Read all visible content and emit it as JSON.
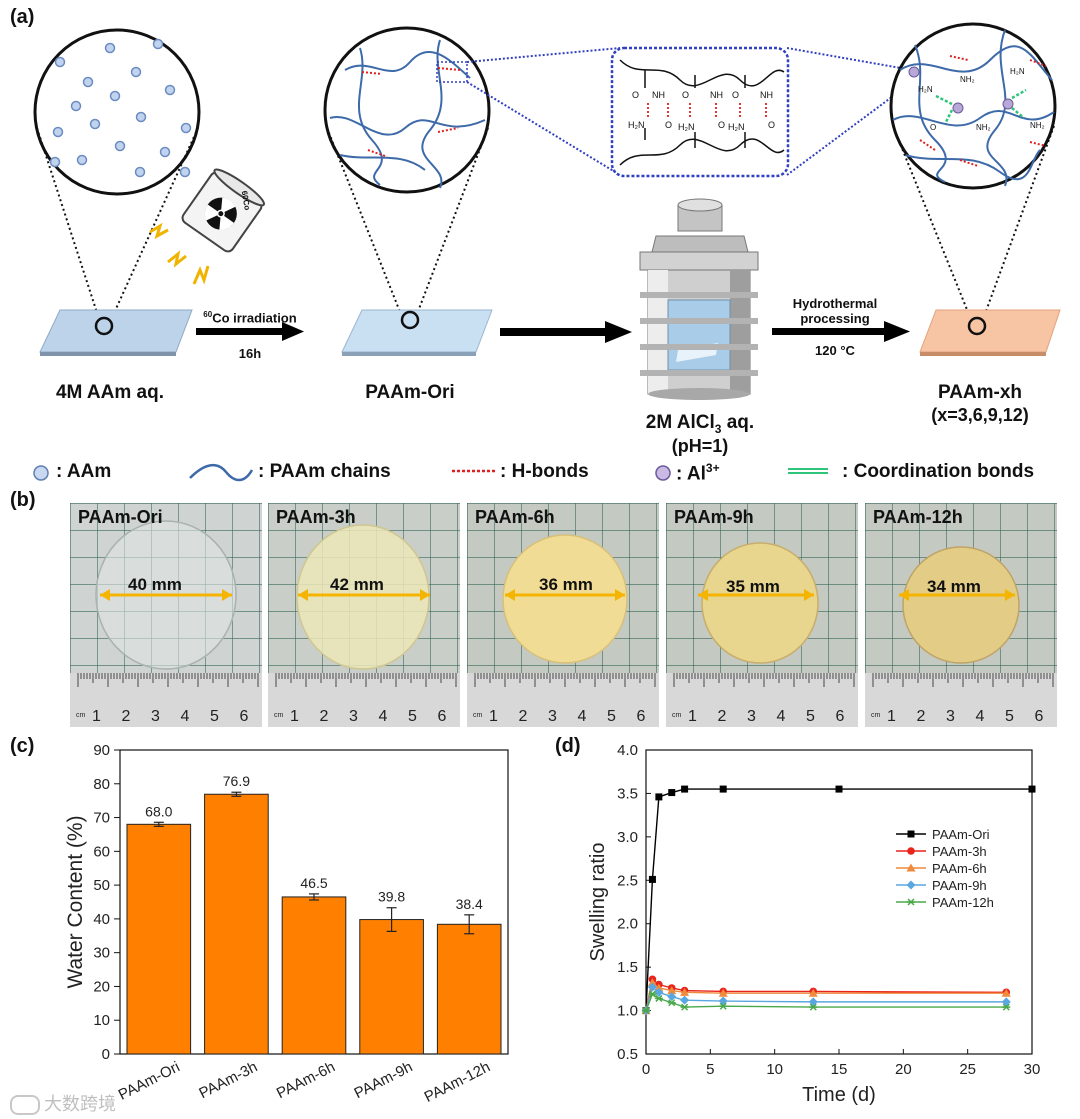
{
  "panel_labels": {
    "a": "(a)",
    "b": "(b)",
    "c": "(c)",
    "d": "(d)"
  },
  "schematic": {
    "start_label": "4M AAm aq.",
    "irradiation_sup": "60",
    "irradiation_text": "Co irradiation",
    "irradiation_time": "16h",
    "ori_label": "PAAm-Ori",
    "solution_label_pre": "2M AlCl",
    "solution_label_sub": "3",
    "solution_label_post": " aq.",
    "solution_ph": "(pH=1)",
    "hydrothermal_line1": "Hydrothermal",
    "hydrothermal_line2": "processing",
    "hydrothermal_temp": "120 °C",
    "final_label": "PAAm-xh",
    "final_sub": "(x=3,6,9,12)",
    "can_label": "60Co"
  },
  "legend": {
    "aam": ": AAm",
    "chains": ": PAAm chains",
    "hbonds": ": H-bonds",
    "al_pre": ": Al",
    "al_sup": "3+",
    "coord": ": Coordination bonds"
  },
  "photos": [
    {
      "title": "PAAm-Ori",
      "diameter": "40 mm"
    },
    {
      "title": "PAAm-3h",
      "diameter": "42 mm"
    },
    {
      "title": "PAAm-6h",
      "diameter": "36 mm"
    },
    {
      "title": "PAAm-9h",
      "diameter": "35 mm"
    },
    {
      "title": "PAAm-12h",
      "diameter": "34 mm"
    }
  ],
  "ruler_ticks": [
    "1",
    "2",
    "3",
    "4",
    "5",
    "6"
  ],
  "ruler_unit": "cm",
  "colors": {
    "bar": "#ff8000",
    "ori": "#000000",
    "h3": "#e8231a",
    "h6": "#f08a3c",
    "h9": "#5aa6e0",
    "h12": "#4aa84a",
    "hbond": "#e02020",
    "chain": "#3d6aa8",
    "coord": "#2ec47a"
  },
  "chart_data": [
    {
      "type": "bar",
      "categories": [
        "PAAm-Ori",
        "PAAm-3h",
        "PAAm-6h",
        "PAAm-9h",
        "PAAm-12h"
      ],
      "values": [
        68.0,
        76.9,
        46.5,
        39.8,
        38.4
      ],
      "errors": [
        0.6,
        0.6,
        0.9,
        3.5,
        2.8
      ],
      "data_labels": [
        "68.0",
        "76.9",
        "46.5",
        "39.8",
        "38.4"
      ],
      "xlabel": "",
      "ylabel": "Water Content (%)",
      "ylim": [
        0,
        90
      ],
      "yticks": [
        "0",
        "10",
        "20",
        "30",
        "40",
        "50",
        "60",
        "70",
        "80",
        "90"
      ]
    },
    {
      "type": "line",
      "xlabel": "Time (d)",
      "ylabel": "Swelling ratio",
      "xlim": [
        0,
        30
      ],
      "ylim": [
        0.5,
        4.0
      ],
      "xticks": [
        "0",
        "5",
        "10",
        "15",
        "20",
        "25",
        "30"
      ],
      "yticks": [
        "0.5",
        "1.0",
        "1.5",
        "2.0",
        "2.5",
        "3.0",
        "3.5",
        "4.0"
      ],
      "legend_position": "right",
      "series": [
        {
          "name": "PAAm-Ori",
          "x": [
            0,
            0.5,
            1,
            2,
            3,
            6,
            15,
            30
          ],
          "y": [
            1.0,
            2.51,
            3.46,
            3.51,
            3.55,
            3.55,
            3.55,
            3.55
          ]
        },
        {
          "name": "PAAm-3h",
          "x": [
            0,
            0.5,
            1,
            2,
            3,
            6,
            13,
            28
          ],
          "y": [
            1.0,
            1.36,
            1.3,
            1.26,
            1.23,
            1.22,
            1.22,
            1.21
          ]
        },
        {
          "name": "PAAm-6h",
          "x": [
            0,
            0.5,
            1,
            2,
            3,
            6,
            13,
            28
          ],
          "y": [
            1.0,
            1.32,
            1.26,
            1.23,
            1.21,
            1.2,
            1.2,
            1.2
          ]
        },
        {
          "name": "PAAm-9h",
          "x": [
            0,
            0.5,
            1,
            2,
            3,
            6,
            13,
            28
          ],
          "y": [
            1.0,
            1.27,
            1.21,
            1.16,
            1.12,
            1.11,
            1.1,
            1.1
          ]
        },
        {
          "name": "PAAm-12h",
          "x": [
            0,
            0.5,
            1,
            2,
            3,
            6,
            13,
            28
          ],
          "y": [
            1.0,
            1.19,
            1.14,
            1.09,
            1.04,
            1.05,
            1.04,
            1.04
          ]
        }
      ]
    }
  ],
  "watermark": "大数跨境"
}
